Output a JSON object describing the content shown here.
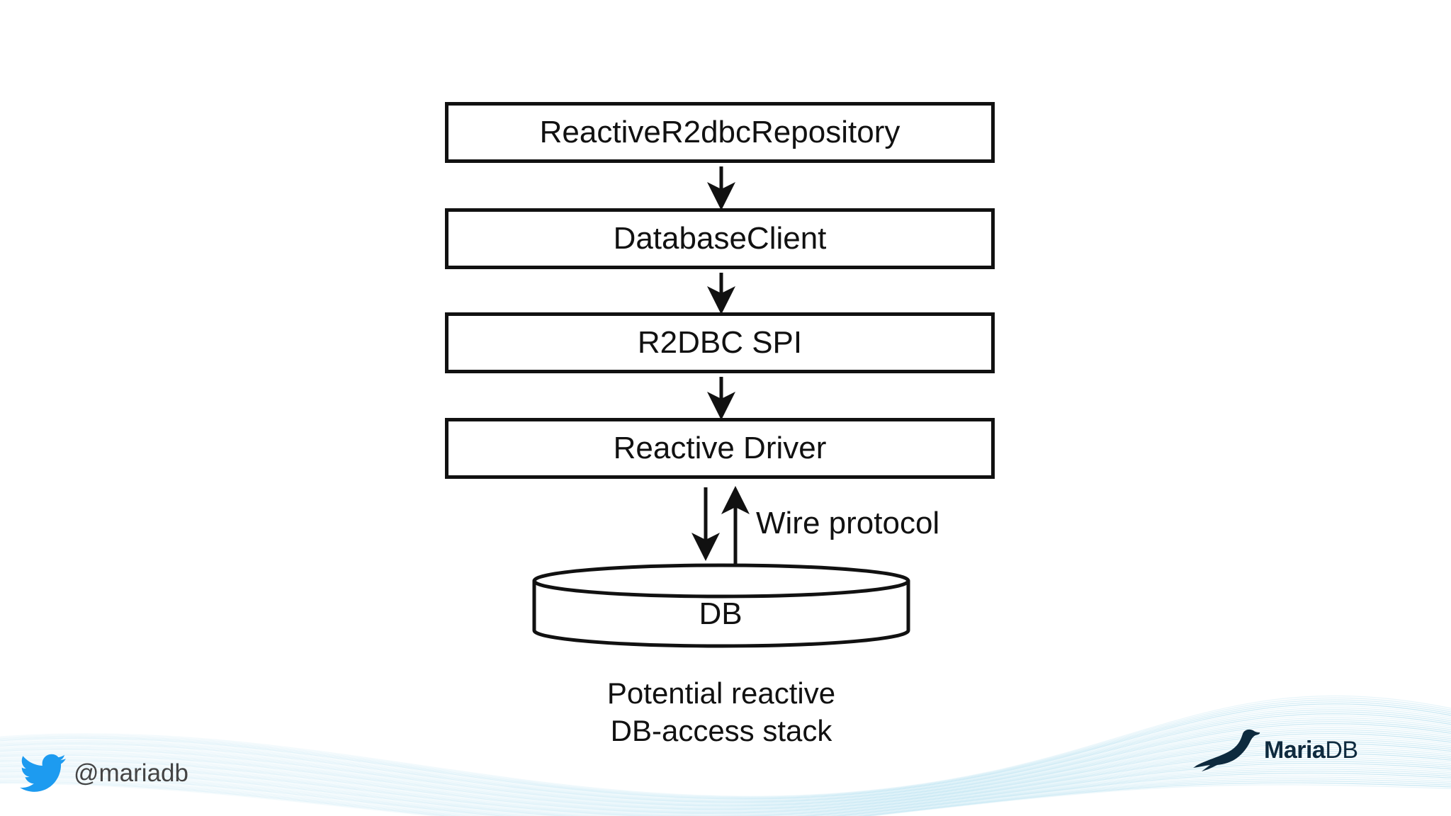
{
  "diagram": {
    "layers": [
      {
        "label": "ReactiveR2dbcRepository"
      },
      {
        "label": "DatabaseClient"
      },
      {
        "label": "R2DBC SPI"
      },
      {
        "label": "Reactive Driver"
      }
    ],
    "connection_label": "Wire protocol",
    "database_label": "DB",
    "caption_lines": [
      "Potential reactive",
      "DB-access stack"
    ]
  },
  "footer": {
    "twitter_handle": "@mariadb",
    "brand_name": "Maria",
    "brand_suffix": "DB"
  },
  "colors": {
    "line": "#111111",
    "wave": "#8ecfe6",
    "twitter": "#1d9bf0",
    "brand": "#0e2a3e"
  },
  "icons": {
    "twitter": "twitter-bird-icon",
    "brand": "sea-lion-logo-icon"
  }
}
